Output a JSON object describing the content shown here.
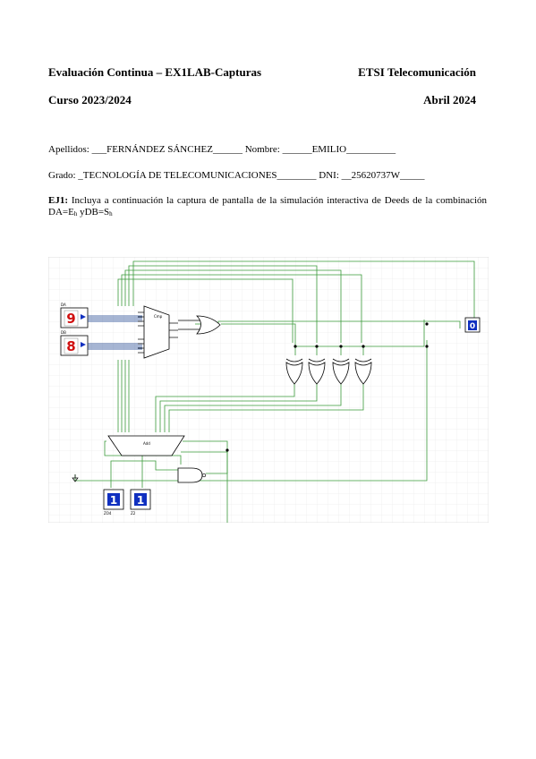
{
  "header": {
    "left_line1": "Evaluación Continua – EX1LAB-Capturas",
    "right_line1": "ETSI Telecomunicación",
    "left_line2": "Curso 2023/2024",
    "right_line2": "Abril 2024"
  },
  "form": {
    "apellidos_label": "Apellidos: ___",
    "apellidos_value": "FERNÁNDEZ SÁNCHEZ",
    "apellidos_tail": "______",
    "nombre_label": " Nombre: ______",
    "nombre_value": "EMILIO",
    "nombre_tail": "__________",
    "grado_label": "Grado: _",
    "grado_value": "TECNOLOGÍA DE TELECOMUNICACIONES",
    "grado_tail": "________",
    "dni_label": " DNI: __",
    "dni_value": "25620737W",
    "dni_tail": "_____"
  },
  "exercise": {
    "label": "EJ1:",
    "text_part1": " Incluya a continuación la captura de pantalla de la simulación interactiva de Deeds de la combinación DA=E",
    "sub_a": "h",
    "text_part2": " yDB=S",
    "sub_b": "h"
  },
  "circuit": {
    "display_top_value": "9",
    "display_bottom_value": "8",
    "display_top_label": "DA",
    "display_bottom_label": "DB",
    "output_display_value": "0",
    "result_display_left": "1",
    "result_display_right": "1",
    "result_label_left": "ZO4",
    "result_label_right": "Z2",
    "comparator_label": "Cmp",
    "adder_label": "Add",
    "colors": {
      "wire": "#3a9a3a",
      "wire_dark": "#123a8a",
      "grid": "#e6e6e6",
      "display_red": "#d01010",
      "display_blue": "#1030c0"
    }
  }
}
